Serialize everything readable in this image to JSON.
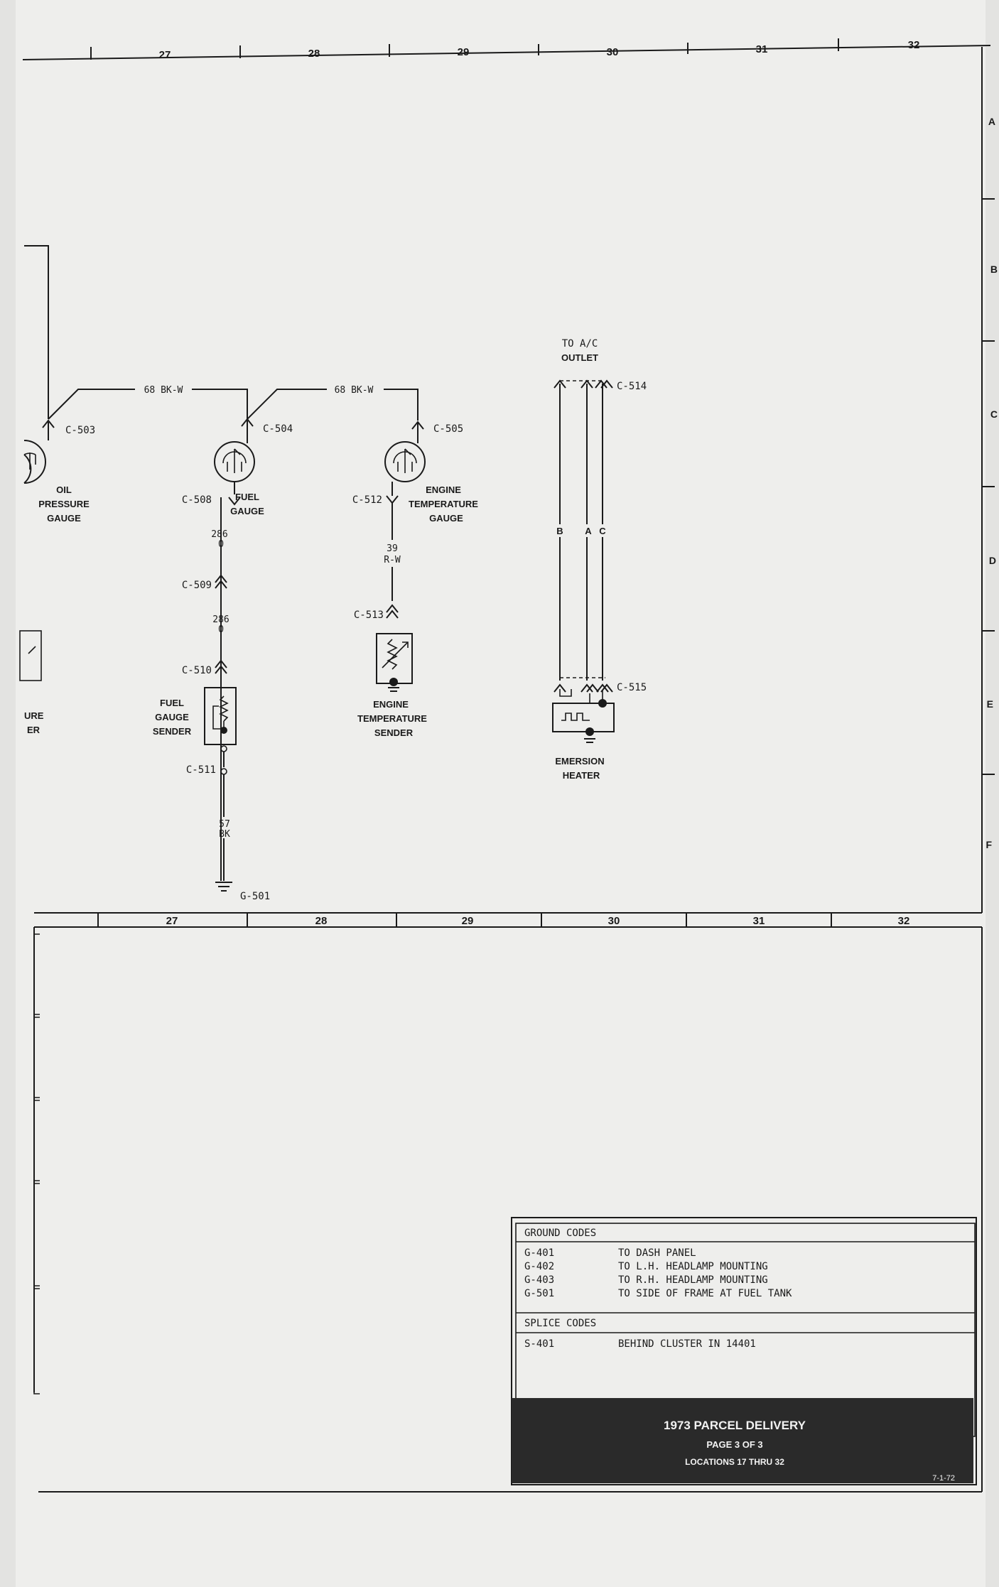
{
  "columns_top": [
    "27",
    "28",
    "29",
    "30",
    "31",
    "32"
  ],
  "columns_bottom": [
    "27",
    "28",
    "29",
    "30",
    "31",
    "32"
  ],
  "rows_right": [
    "A",
    "B",
    "C",
    "D",
    "E",
    "F"
  ],
  "wires": {
    "bk_w_1": "68 BK-W",
    "bk_w_2": "68 BK-W",
    "w286a_num": "286",
    "w286a_col": "O",
    "w286b_num": "286",
    "w286b_col": "O",
    "w39_num": "39",
    "w39_col": "R-W",
    "w57_num": "57",
    "w57_col": "BK"
  },
  "connectors": {
    "c503": "C-503",
    "c504": "C-504",
    "c505": "C-505",
    "c508": "C-508",
    "c509": "C-509",
    "c510": "C-510",
    "c511": "C-511",
    "c512": "C-512",
    "c513": "C-513",
    "c514": "C-514",
    "c515": "C-515",
    "g501": "G-501"
  },
  "components": {
    "oil_gauge": [
      "OIL",
      "PRESSURE",
      "GAUGE"
    ],
    "fuel_gauge": [
      "FUEL",
      "GAUGE"
    ],
    "engine_temp_gauge": [
      "ENGINE",
      "TEMPERATURE",
      "GAUGE"
    ],
    "fuel_sender": [
      "FUEL",
      "GAUGE",
      "SENDER"
    ],
    "engine_temp_sender": [
      "ENGINE",
      "TEMPERATURE",
      "SENDER"
    ],
    "ac_outlet": [
      "TO A/C",
      "OUTLET"
    ],
    "heater": [
      "EMERSION",
      "HEATER"
    ],
    "ac_pins": [
      "B",
      "A",
      "C"
    ],
    "left_fragment": [
      "URE",
      "ER"
    ]
  },
  "codes_table": {
    "ground_header": "GROUND CODES",
    "ground": [
      {
        "code": "G-401",
        "desc": "TO DASH PANEL"
      },
      {
        "code": "G-402",
        "desc": "TO L.H. HEADLAMP MOUNTING"
      },
      {
        "code": "G-403",
        "desc": "TO R.H. HEADLAMP MOUNTING"
      },
      {
        "code": "G-501",
        "desc": "TO SIDE OF FRAME AT FUEL TANK"
      }
    ],
    "splice_header": "SPLICE CODES",
    "splice": [
      {
        "code": "S-401",
        "desc": "BEHIND CLUSTER IN 14401"
      }
    ]
  },
  "title_block": {
    "title": "1973 PARCEL DELIVERY",
    "page": "PAGE 3 OF 3",
    "locations": "LOCATIONS 17 THRU 32",
    "date": "7-1-72"
  },
  "colors": {
    "paper": "#efefed",
    "ink": "#1a1a1a",
    "title_bg": "#2a2a2a"
  }
}
